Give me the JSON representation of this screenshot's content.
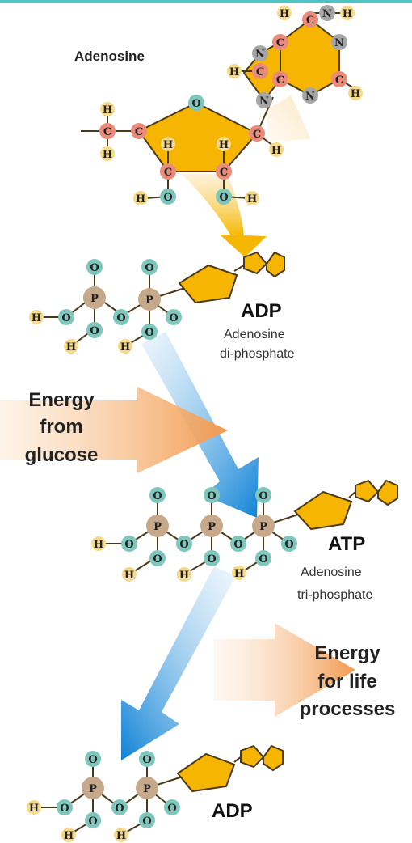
{
  "labels": {
    "adenosine": "Adenosine",
    "adp_top": "ADP",
    "adp_top_sub1": "Adenosine",
    "adp_top_sub2": "di-phosphate",
    "energy_glucose": [
      "Energy",
      "from",
      "glucose"
    ],
    "atp": "ATP",
    "atp_sub1": "Adenosine",
    "atp_sub2": "tri-phosphate",
    "energy_life": [
      "Energy",
      "for life",
      "processes"
    ],
    "adp_bottom": "ADP"
  },
  "atom_symbols": {
    "H": "H",
    "C": "C",
    "N": "N",
    "O": "O",
    "P": "P"
  },
  "colors": {
    "hydrogen": "#f7d98a",
    "carbon": "#e98a7a",
    "nitrogen": "#a6a6a6",
    "oxygen": "#7fc6bd",
    "phosphorus": "#c5a98a",
    "adenosine_fill": "#f6b500",
    "blue_arrow": "#1e88d6",
    "orange_arrow": "#f3a25a",
    "top_bar": "#4fc3c3"
  }
}
